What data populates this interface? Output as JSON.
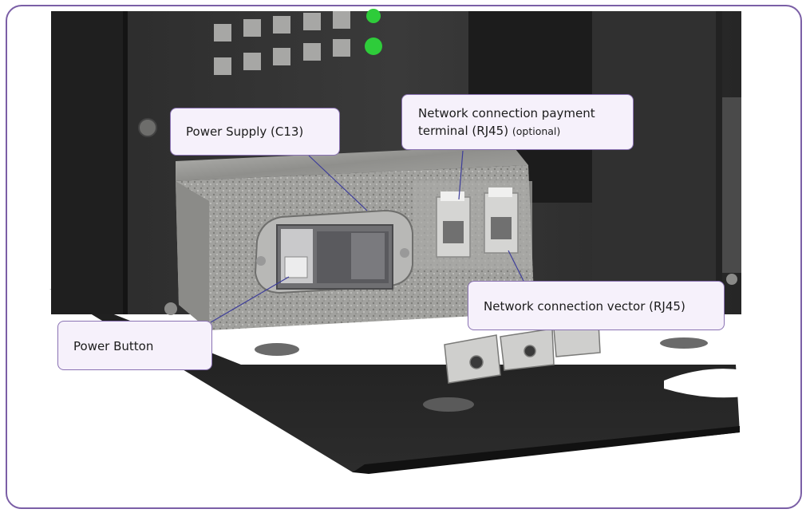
{
  "diagram": {
    "callouts": {
      "power_supply": "Power Supply (C13)",
      "power_button": "Power Button",
      "payment_terminal_line1": "Network connection payment",
      "payment_terminal_line2": "terminal (RJ45)",
      "payment_terminal_note": "(optional)",
      "vector": "Network connection vector (RJ45)"
    },
    "colors": {
      "frame": "#7b5fa6",
      "callout_fill": "#f6f1fb",
      "callout_border": "#8a72b3",
      "leader": "#3d3d9a",
      "chassis": "#2a2a2a",
      "panel_metal": "#9a9a98",
      "led": "#2ecc3a"
    }
  }
}
